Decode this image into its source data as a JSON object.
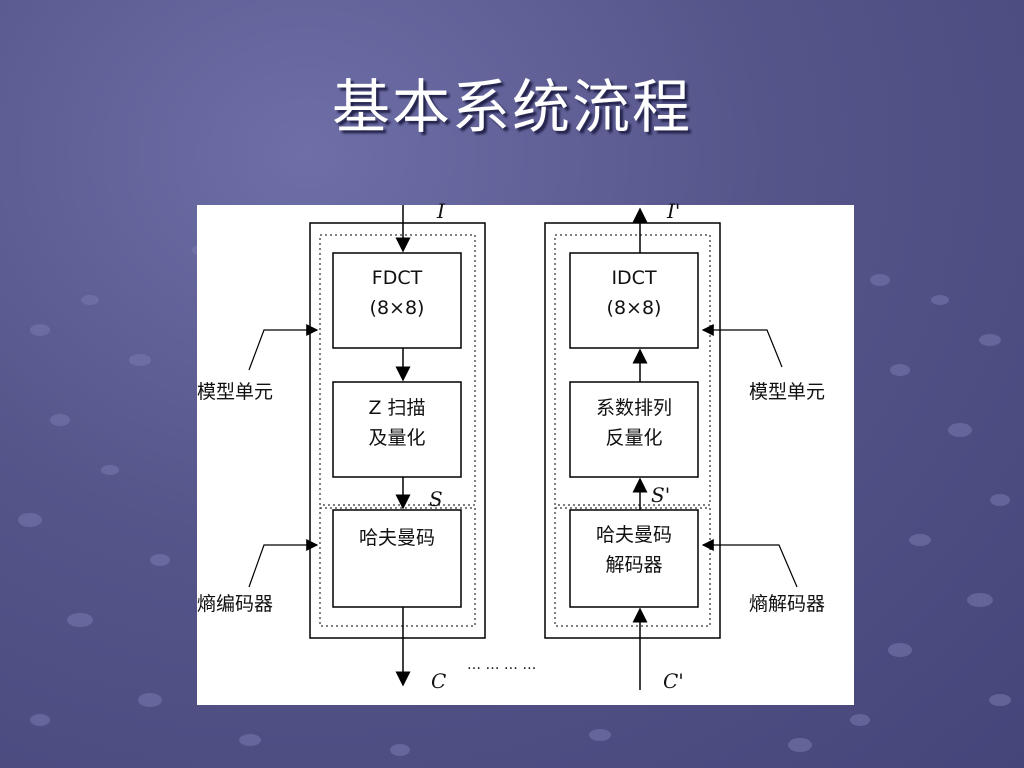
{
  "title": "基本系统流程",
  "encoder": {
    "input_symbol": "I",
    "fdct_line1": "FDCT",
    "fdct_line2": "(8×8)",
    "zscan_line1": "Z 扫描",
    "zscan_line2": "及量化",
    "s_symbol": "S",
    "huffman_label": "哈夫曼码",
    "output_symbol": "C",
    "model_label": "模型单元",
    "entropy_label": "熵编码器"
  },
  "decoder": {
    "output_symbol": "I'",
    "idct_line1": "IDCT",
    "idct_line2": "(8×8)",
    "reorder_line1": "系数排列",
    "reorder_line2": "反量化",
    "s_symbol": "S'",
    "huffman_line1": "哈夫曼码",
    "huffman_line2": "解码器",
    "input_symbol": "C'",
    "model_label": "模型单元",
    "entropy_label": "熵解码器"
  },
  "channel_dots": "…  …  …  …"
}
